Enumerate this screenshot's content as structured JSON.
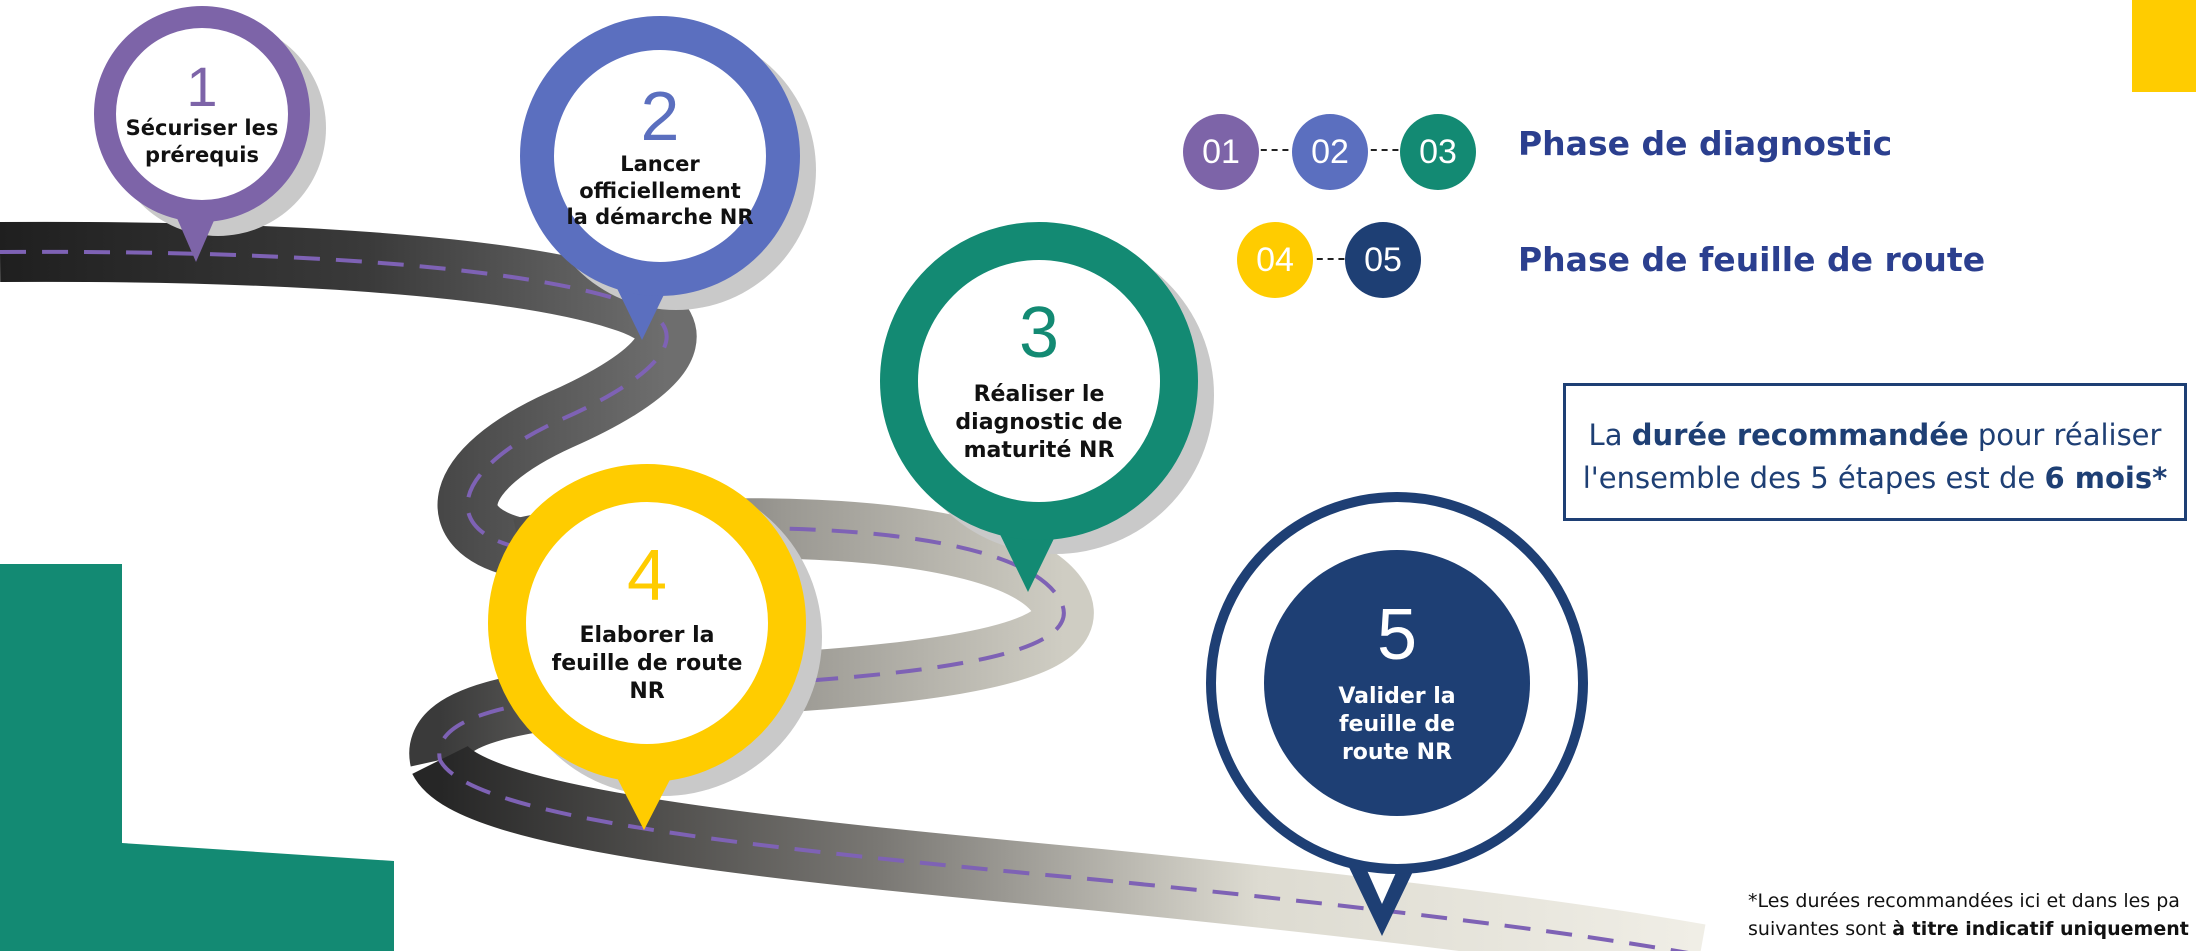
{
  "colors": {
    "purple": "#7d64a8",
    "blue": "#5b6fbf",
    "teal": "#138a73",
    "yellow": "#ffcc00",
    "navy": "#1e3f74",
    "phase_text": "#2b3f8f",
    "road_dark": "#262626",
    "road_light": "#ebe9df",
    "road_dash": "#7e62b5"
  },
  "steps": [
    {
      "number": "1",
      "label_lines": [
        "Sécuriser les",
        "prérequis"
      ],
      "color": "purple"
    },
    {
      "number": "2",
      "label_lines": [
        "Lancer",
        "officiellement",
        "la démarche NR"
      ],
      "color": "blue"
    },
    {
      "number": "3",
      "label_lines": [
        "Réaliser le",
        "diagnostic de",
        "maturité NR"
      ],
      "color": "teal"
    },
    {
      "number": "4",
      "label_lines": [
        "Elaborer la",
        "feuille de route",
        "NR"
      ],
      "color": "yellow"
    },
    {
      "number": "5",
      "label_lines": [
        "Valider la",
        "feuille de",
        "route NR"
      ],
      "color": "navy"
    }
  ],
  "legend": {
    "diagnostic": {
      "dots": [
        "01",
        "02",
        "03"
      ],
      "label": "Phase de diagnostic"
    },
    "roadmap": {
      "dots": [
        "04",
        "05"
      ],
      "label": "Phase de feuille de route"
    }
  },
  "duration_note": {
    "before": "La ",
    "bold1": "durée recommandée",
    "middle": " pour réaliser l'ensemble des 5 étapes est de ",
    "bold2": "6 mois*"
  },
  "footnote": {
    "line1": "*Les durées recommandées ici et dans les pa",
    "line2_prefix": "suivantes sont ",
    "line2_bold": "à titre indicatif uniquement"
  }
}
